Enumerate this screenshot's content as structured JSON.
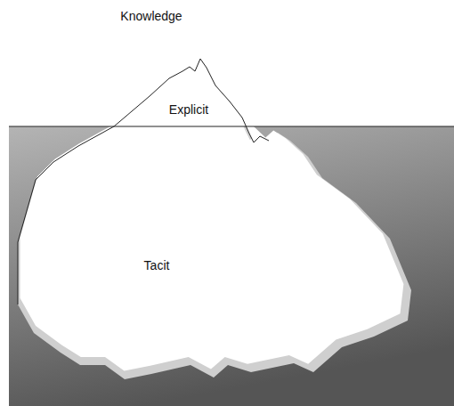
{
  "diagram": {
    "title": "Knowledge",
    "nodes": [
      {
        "text": [
          "Explicit",
          "Tacit"
        ]
      }
    ]
  }
}
